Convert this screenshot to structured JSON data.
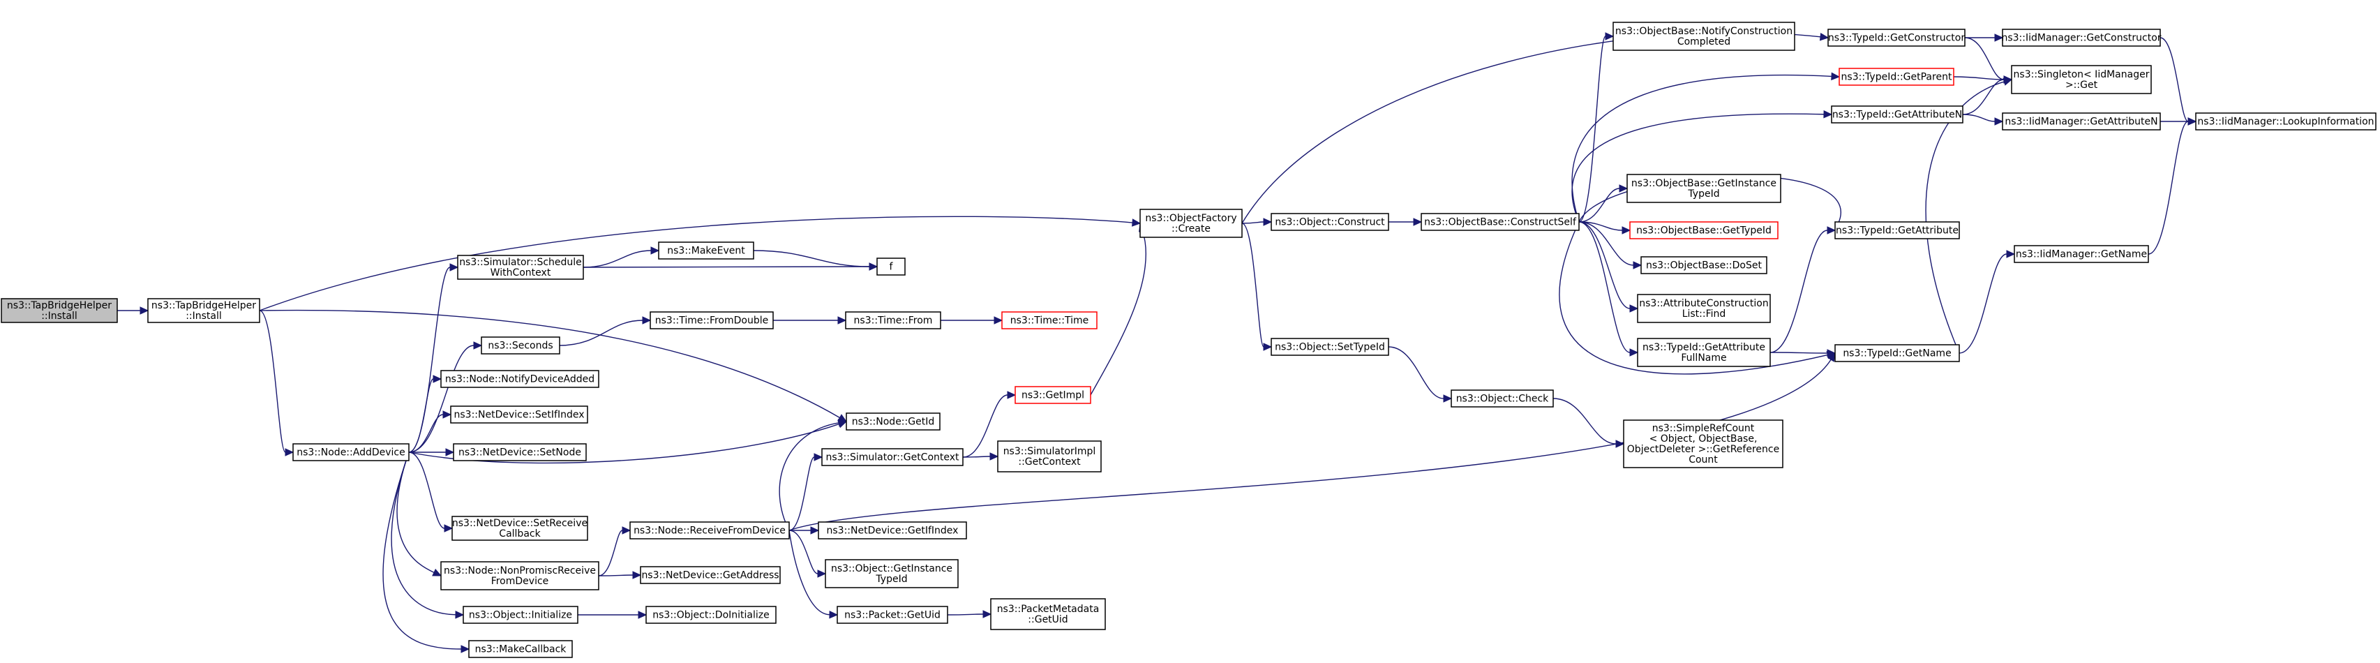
{
  "colors": {
    "edge": "#191970",
    "border_normal": "#000000",
    "border_truncated": "#ff0000",
    "root_fill": "#bfbfbf",
    "node_fill": "#ffffff"
  },
  "nodes": [
    {
      "id": "root",
      "lines": [
        "ns3::TapBridgeHelper",
        "::Install"
      ],
      "kind": "root"
    },
    {
      "id": "tbh_install",
      "lines": [
        "ns3::TapBridgeHelper",
        "::Install"
      ]
    },
    {
      "id": "adddevice",
      "lines": [
        "ns3::Node::AddDevice"
      ]
    },
    {
      "id": "sim_schedule",
      "lines": [
        "ns3::Simulator::Schedule",
        "WithContext"
      ]
    },
    {
      "id": "makeevent",
      "lines": [
        "ns3::MakeEvent"
      ]
    },
    {
      "id": "f",
      "lines": [
        "f"
      ]
    },
    {
      "id": "seconds",
      "lines": [
        "ns3::Seconds"
      ]
    },
    {
      "id": "time_fromdouble",
      "lines": [
        "ns3::Time::FromDouble"
      ]
    },
    {
      "id": "time_from",
      "lines": [
        "ns3::Time::From"
      ]
    },
    {
      "id": "time_time",
      "lines": [
        "ns3::Time::Time"
      ],
      "kind": "truncated"
    },
    {
      "id": "notifydeviceadded",
      "lines": [
        "ns3::Node::NotifyDeviceAdded"
      ]
    },
    {
      "id": "setifindex",
      "lines": [
        "ns3::NetDevice::SetIfIndex"
      ]
    },
    {
      "id": "setnode",
      "lines": [
        "ns3::NetDevice::SetNode"
      ]
    },
    {
      "id": "node_getid",
      "lines": [
        "ns3::Node::GetId"
      ]
    },
    {
      "id": "getimpl",
      "lines": [
        "ns3::GetImpl"
      ],
      "kind": "truncated"
    },
    {
      "id": "sim_getcontext",
      "lines": [
        "ns3::Simulator::GetContext"
      ]
    },
    {
      "id": "simimpl_getcontext",
      "lines": [
        "ns3::SimulatorImpl",
        "::GetContext"
      ]
    },
    {
      "id": "setreceivecallback",
      "lines": [
        "ns3::NetDevice::SetReceive",
        "Callback"
      ]
    },
    {
      "id": "nonpromisc",
      "lines": [
        "ns3::Node::NonPromiscReceive",
        "FromDevice"
      ]
    },
    {
      "id": "receivefromdevice",
      "lines": [
        "ns3::Node::ReceiveFromDevice"
      ]
    },
    {
      "id": "getaddress",
      "lines": [
        "ns3::NetDevice::GetAddress"
      ]
    },
    {
      "id": "getifindex",
      "lines": [
        "ns3::NetDevice::GetIfIndex"
      ]
    },
    {
      "id": "obj_getinstancetypeid",
      "lines": [
        "ns3::Object::GetInstance",
        "TypeId"
      ]
    },
    {
      "id": "packet_getuid",
      "lines": [
        "ns3::Packet::GetUid"
      ]
    },
    {
      "id": "packetmetadata_getuid",
      "lines": [
        "ns3::PacketMetadata",
        "::GetUid"
      ]
    },
    {
      "id": "obj_initialize",
      "lines": [
        "ns3::Object::Initialize"
      ]
    },
    {
      "id": "obj_doinitialize",
      "lines": [
        "ns3::Object::DoInitialize"
      ]
    },
    {
      "id": "makecallback",
      "lines": [
        "ns3::MakeCallback"
      ]
    },
    {
      "id": "objfactory_create",
      "lines": [
        "ns3::ObjectFactory",
        "::Create"
      ]
    },
    {
      "id": "obj_construct",
      "lines": [
        "ns3::Object::Construct"
      ]
    },
    {
      "id": "obj_settypeid",
      "lines": [
        "ns3::Object::SetTypeId"
      ]
    },
    {
      "id": "obj_check",
      "lines": [
        "ns3::Object::Check"
      ]
    },
    {
      "id": "simplerefcount",
      "lines": [
        "ns3::SimpleRefCount",
        "< Object, ObjectBase,",
        "ObjectDeleter >::GetReference",
        "Count"
      ]
    },
    {
      "id": "constructself",
      "lines": [
        "ns3::ObjectBase::ConstructSelf"
      ]
    },
    {
      "id": "notifyconstruction",
      "lines": [
        "ns3::ObjectBase::NotifyConstruction",
        "Completed"
      ]
    },
    {
      "id": "ob_getinstancetypeid",
      "lines": [
        "ns3::ObjectBase::GetInstance",
        "TypeId"
      ]
    },
    {
      "id": "ob_gettypeid",
      "lines": [
        "ns3::ObjectBase::GetTypeId"
      ],
      "kind": "truncated"
    },
    {
      "id": "ob_doset",
      "lines": [
        "ns3::ObjectBase::DoSet"
      ]
    },
    {
      "id": "attrconstructionlist_find",
      "lines": [
        "ns3::AttributeConstruction",
        "List::Find"
      ]
    },
    {
      "id": "typeid_getattributefullname",
      "lines": [
        "ns3::TypeId::GetAttribute",
        "FullName"
      ]
    },
    {
      "id": "typeid_getconstructor",
      "lines": [
        "ns3::TypeId::GetConstructor"
      ]
    },
    {
      "id": "typeid_getparent",
      "lines": [
        "ns3::TypeId::GetParent"
      ],
      "kind": "truncated"
    },
    {
      "id": "typeid_getattributen",
      "lines": [
        "ns3::TypeId::GetAttributeN"
      ]
    },
    {
      "id": "typeid_getattribute",
      "lines": [
        "ns3::TypeId::GetAttribute"
      ]
    },
    {
      "id": "typeid_getname",
      "lines": [
        "ns3::TypeId::GetName"
      ]
    },
    {
      "id": "iid_getconstructor",
      "lines": [
        "ns3::IidManager::GetConstructor"
      ]
    },
    {
      "id": "singleton_get",
      "lines": [
        "ns3::Singleton< IidManager",
        " >::Get"
      ]
    },
    {
      "id": "iid_getattributen",
      "lines": [
        "ns3::IidManager::GetAttributeN"
      ]
    },
    {
      "id": "iid_lookupinformation",
      "lines": [
        "ns3::IidManager::LookupInformation"
      ]
    },
    {
      "id": "iid_getname",
      "lines": [
        "ns3::IidManager::GetName"
      ]
    }
  ],
  "edges": [
    [
      "root",
      "tbh_install"
    ],
    [
      "tbh_install",
      "objfactory_create"
    ],
    [
      "tbh_install",
      "adddevice"
    ],
    [
      "tbh_install",
      "node_getid"
    ],
    [
      "adddevice",
      "sim_schedule"
    ],
    [
      "adddevice",
      "seconds"
    ],
    [
      "adddevice",
      "notifydeviceadded"
    ],
    [
      "adddevice",
      "setifindex"
    ],
    [
      "adddevice",
      "setnode"
    ],
    [
      "adddevice",
      "node_getid"
    ],
    [
      "adddevice",
      "setreceivecallback"
    ],
    [
      "adddevice",
      "nonpromisc"
    ],
    [
      "adddevice",
      "obj_initialize"
    ],
    [
      "adddevice",
      "makecallback"
    ],
    [
      "sim_schedule",
      "makeevent"
    ],
    [
      "sim_schedule",
      "f"
    ],
    [
      "makeevent",
      "f"
    ],
    [
      "seconds",
      "time_fromdouble"
    ],
    [
      "time_fromdouble",
      "time_from"
    ],
    [
      "time_from",
      "time_time"
    ],
    [
      "nonpromisc",
      "receivefromdevice"
    ],
    [
      "nonpromisc",
      "getaddress"
    ],
    [
      "receivefromdevice",
      "node_getid"
    ],
    [
      "receivefromdevice",
      "sim_getcontext"
    ],
    [
      "receivefromdevice",
      "getifindex"
    ],
    [
      "receivefromdevice",
      "obj_getinstancetypeid"
    ],
    [
      "receivefromdevice",
      "packet_getuid"
    ],
    [
      "receivefromdevice",
      "typeid_getname"
    ],
    [
      "sim_getcontext",
      "getimpl"
    ],
    [
      "sim_getcontext",
      "simimpl_getcontext"
    ],
    [
      "getimpl",
      "objfactory_create"
    ],
    [
      "packet_getuid",
      "packetmetadata_getuid"
    ],
    [
      "obj_initialize",
      "obj_doinitialize"
    ],
    [
      "objfactory_create",
      "typeid_getconstructor"
    ],
    [
      "objfactory_create",
      "obj_construct"
    ],
    [
      "objfactory_create",
      "obj_settypeid"
    ],
    [
      "obj_construct",
      "constructself"
    ],
    [
      "obj_settypeid",
      "obj_check"
    ],
    [
      "obj_check",
      "simplerefcount"
    ],
    [
      "constructself",
      "notifyconstruction"
    ],
    [
      "constructself",
      "ob_getinstancetypeid"
    ],
    [
      "constructself",
      "ob_gettypeid"
    ],
    [
      "constructself",
      "ob_doset"
    ],
    [
      "constructself",
      "attrconstructionlist_find"
    ],
    [
      "constructself",
      "typeid_getattributefullname"
    ],
    [
      "constructself",
      "typeid_getparent"
    ],
    [
      "constructself",
      "typeid_getattributen"
    ],
    [
      "constructself",
      "typeid_getattribute"
    ],
    [
      "constructself",
      "typeid_getname"
    ],
    [
      "typeid_getattributefullname",
      "typeid_getattribute"
    ],
    [
      "typeid_getattributefullname",
      "typeid_getname"
    ],
    [
      "typeid_getconstructor",
      "iid_getconstructor"
    ],
    [
      "typeid_getconstructor",
      "singleton_get"
    ],
    [
      "typeid_getparent",
      "singleton_get"
    ],
    [
      "typeid_getattributen",
      "iid_getattributen"
    ],
    [
      "typeid_getattributen",
      "singleton_get"
    ],
    [
      "typeid_getname",
      "singleton_get"
    ],
    [
      "typeid_getname",
      "iid_getname"
    ],
    [
      "iid_getconstructor",
      "iid_lookupinformation"
    ],
    [
      "iid_getattributen",
      "iid_lookupinformation"
    ],
    [
      "iid_getname",
      "iid_lookupinformation"
    ]
  ]
}
